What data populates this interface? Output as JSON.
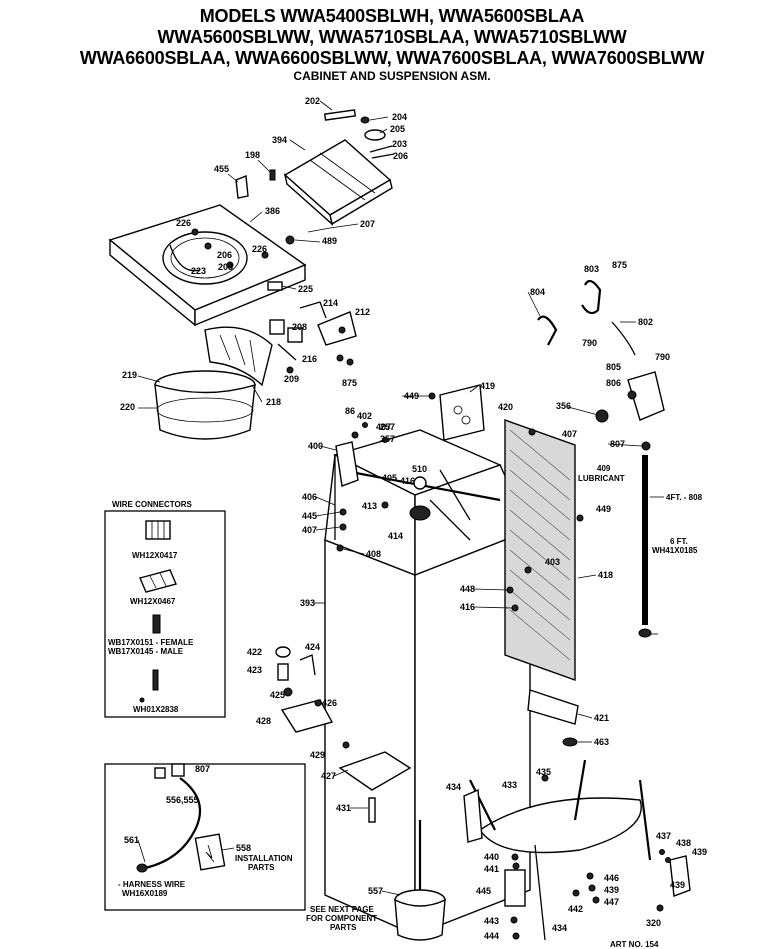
{
  "header": {
    "line1": "MODELS WWA5400SBLWH, WWA5600SBLAA",
    "line2": "WWA5600SBLWW, WWA5710SBLAA, WWA5710SBLWW",
    "line3": "WWA6600SBLAA, WWA6600SBLWW, WWA7600SBLAA, WWA7600SBLWW",
    "subtitle": "CABINET AND SUSPENSION ASM."
  },
  "wire_connectors": {
    "title": "WIRE CONNECTORS",
    "items": [
      "WH12X0417",
      "WH12X0467",
      "WB17X0151 - FEMALE",
      "WB17X0145 - MALE",
      "WH01X2838"
    ]
  },
  "harness_box": {
    "harness_label": "- HARNESS WIRE",
    "harness_part": "WH16X0189",
    "installation_label": "INSTALLATION",
    "installation_parts": "PARTS"
  },
  "notes": {
    "lubricant_num": "409",
    "lubricant": "LUBRICANT",
    "hose_4ft": "4FT. - 808",
    "hose_6ft": "6 FT.",
    "hose_6ft_part": "WH41X0185",
    "see_next_1": "SEE NEXT PAGE",
    "see_next_2": "FOR COMPONENT",
    "see_next_3": "PARTS",
    "footer": "ART NO. 154"
  },
  "callouts": [
    "202",
    "204",
    "205",
    "203",
    "206",
    "394",
    "198",
    "455",
    "226",
    "386",
    "207",
    "489",
    "206",
    "223",
    "208",
    "226",
    "225",
    "214",
    "212",
    "208",
    "216",
    "209",
    "875",
    "219",
    "220",
    "218",
    "875",
    "803",
    "804",
    "802",
    "790",
    "790",
    "805",
    "806",
    "356",
    "449",
    "419",
    "420",
    "407",
    "86",
    "402",
    "407",
    "257",
    "357",
    "400",
    "405",
    "510",
    "416",
    "406",
    "445",
    "407",
    "413",
    "414",
    "408",
    "403",
    "449",
    "418",
    "448",
    "416",
    "807",
    "393",
    "422",
    "424",
    "423",
    "425",
    "426",
    "428",
    "429",
    "427",
    "421",
    "463",
    "431",
    "435",
    "434",
    "433",
    "437",
    "438",
    "439",
    "440",
    "441",
    "445",
    "446",
    "439",
    "447",
    "442",
    "443",
    "444",
    "434",
    "439",
    "320",
    "557",
    "561",
    "558",
    "556,555",
    "807"
  ]
}
